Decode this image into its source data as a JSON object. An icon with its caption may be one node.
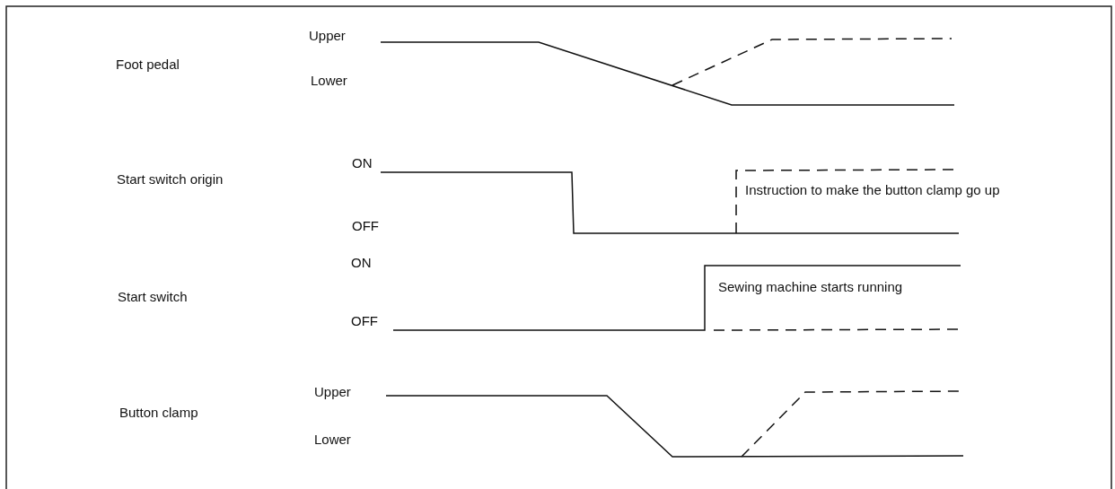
{
  "diagram": {
    "labels": [
      "Upper",
      "Foot pedal",
      "Lower",
      "ON",
      "Start switch origin",
      "Instruction to make the button clamp go up",
      "OFF",
      "ON",
      "Start switch",
      "Sewing machine starts running",
      "OFF",
      "Upper",
      "Button clamp",
      "Lower"
    ]
  }
}
